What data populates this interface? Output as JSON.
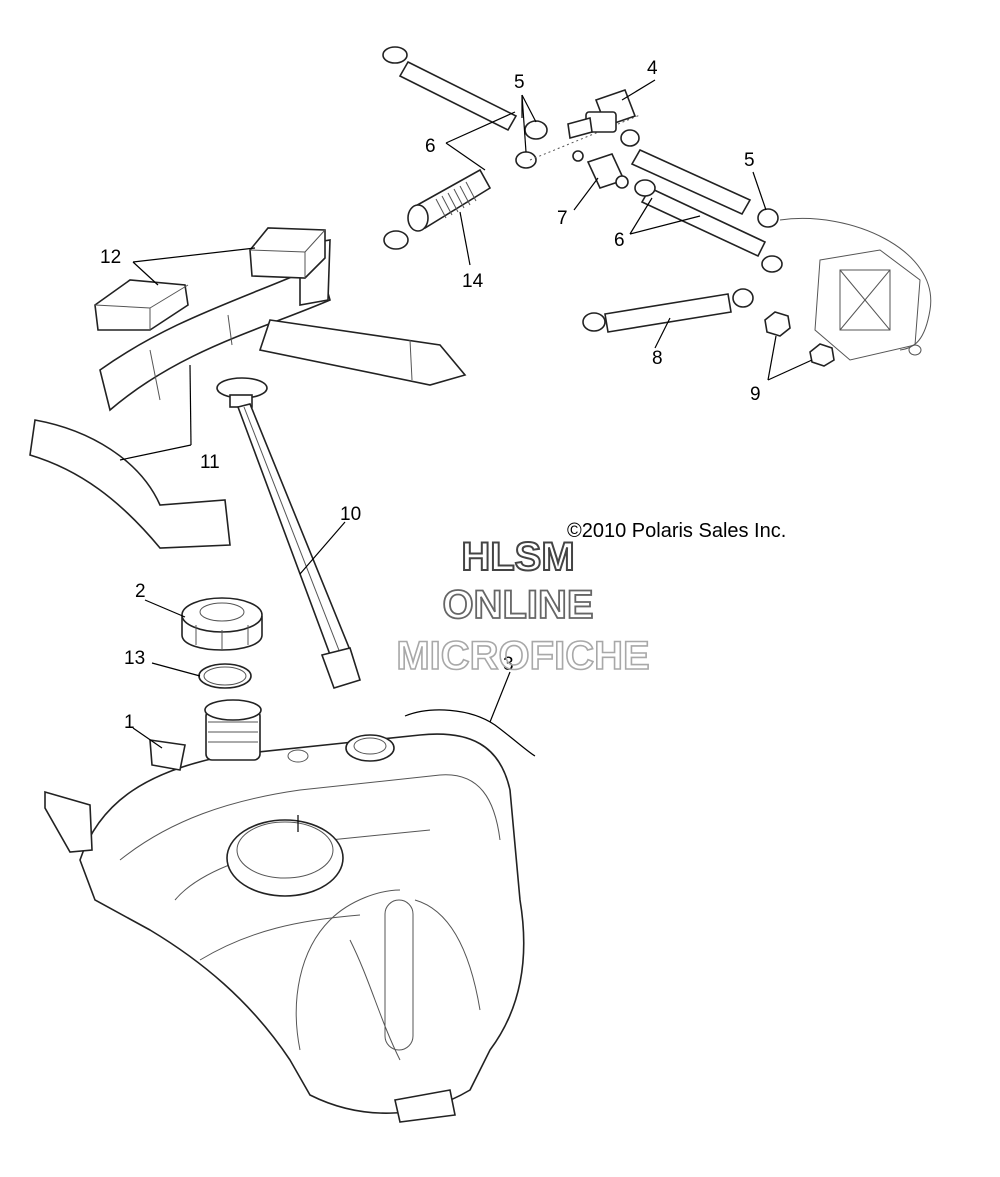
{
  "callouts": {
    "c1": "1",
    "c2": "2",
    "c3": "3",
    "c4": "4",
    "c5a": "5",
    "c5b": "5",
    "c6a": "6",
    "c6b": "6",
    "c7": "7",
    "c8": "8",
    "c9": "9",
    "c10": "10",
    "c11": "11",
    "c12": "12",
    "c13": "13",
    "c14": "14"
  },
  "copyright": "©2010 Polaris Sales Inc.",
  "watermark": {
    "line1": "HLSM",
    "line2": "ONLINE",
    "line3": "MICROFICHE"
  },
  "colors": {
    "ink": "#000000",
    "wm1": "#444444",
    "wm2": "#666666",
    "wm3": "#a8a8a8"
  }
}
